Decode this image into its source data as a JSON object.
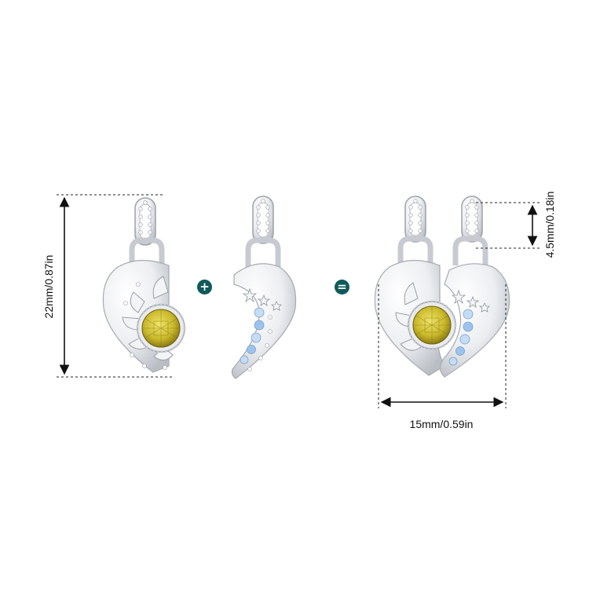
{
  "dimensions": {
    "height": "22mm/0.87in",
    "width": "15mm/0.59in",
    "bail_height": "4.5mm/0.18in"
  },
  "operators": {
    "plus": "+",
    "equals": "="
  },
  "colors": {
    "background": "#ffffff",
    "operator_circle": "#0f5a5a",
    "silver": "#e6e8ec",
    "citrine_stone": "#c9b82a",
    "moonstone_blue": "#9cc3ee"
  },
  "pieces": {
    "left": "sun-half-pendant",
    "middle": "moon-half-pendant",
    "combined": "heart-pendant-pair"
  }
}
